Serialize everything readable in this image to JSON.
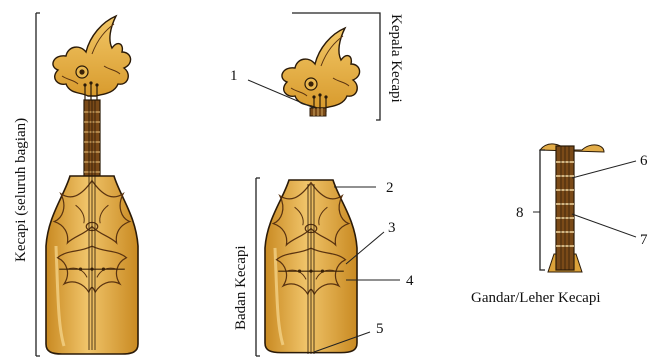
{
  "figure": {
    "whole_label": "Kecapi (seluruh bagian)",
    "head_label": "Kepala Kecapi",
    "body_label": "Badan Kecapi",
    "neck_caption": "Gandar/Leher Kecapi",
    "callouts": [
      "1",
      "2",
      "3",
      "4",
      "5",
      "6",
      "7",
      "8"
    ]
  },
  "colors": {
    "body": "#dca23a",
    "body_light": "#f0c46a",
    "ornament": "#5a3310",
    "outline": "#2a1a08",
    "neck": "#7a4a18"
  }
}
